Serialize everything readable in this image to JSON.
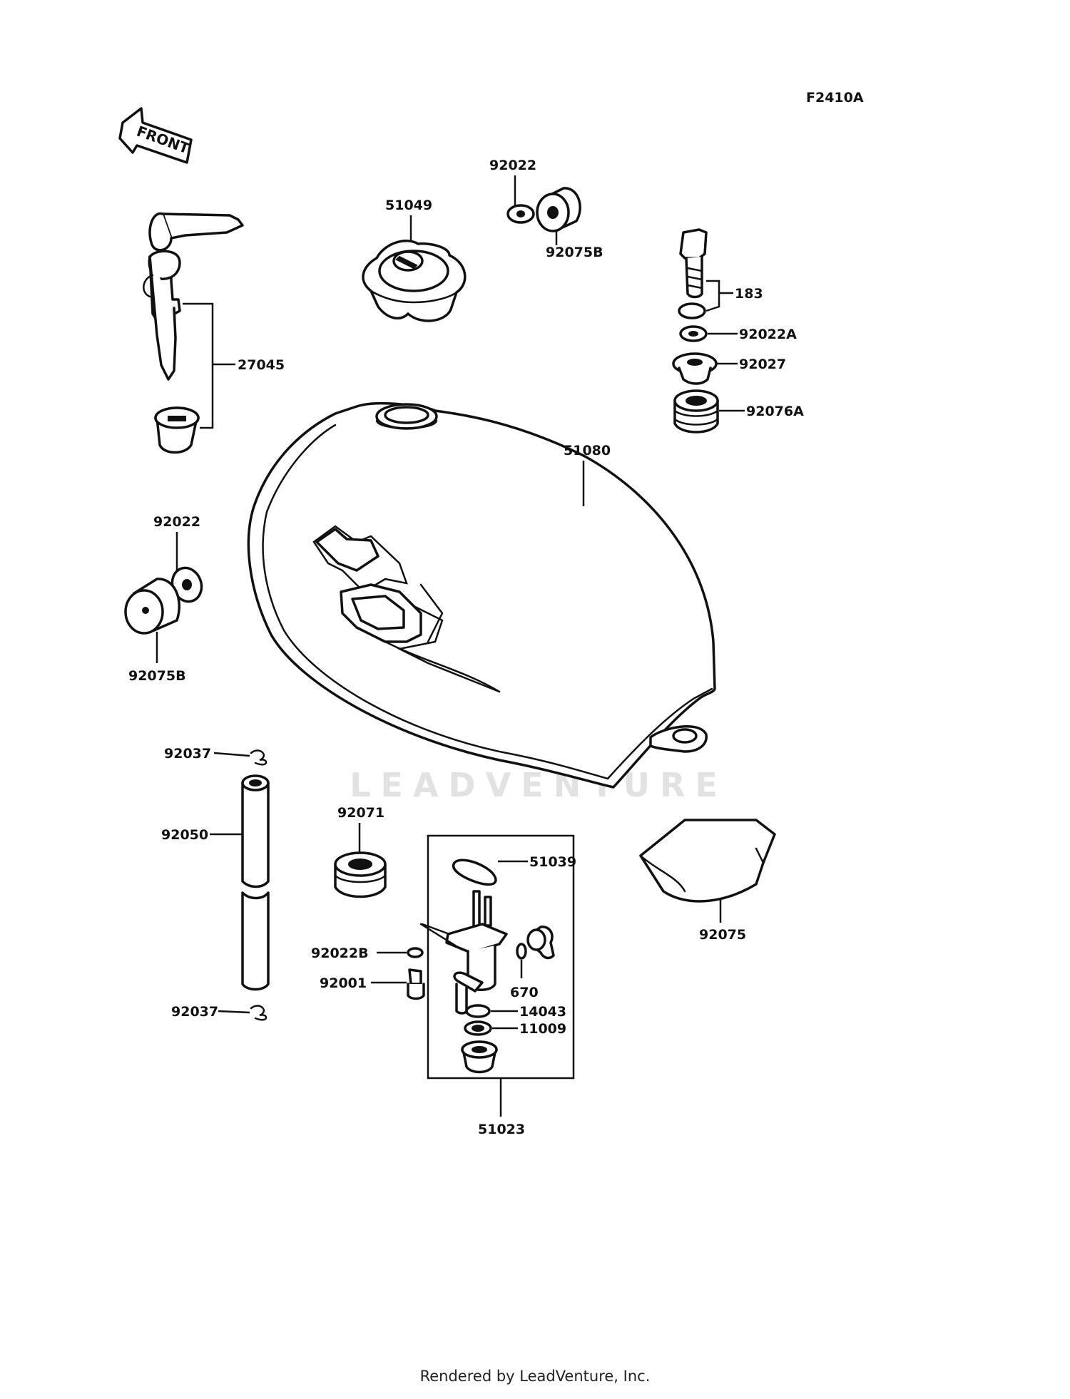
{
  "diagram_code": "F2410A",
  "direction_label": "FRONT",
  "watermark": "LEADVENTURE",
  "footer": "Rendered by LeadVenture, Inc.",
  "parts": {
    "p51049": "51049",
    "p92022_top": "92022",
    "p92075B_top": "92075B",
    "p183": "183",
    "p92022A": "92022A",
    "p92027": "92027",
    "p92076A": "92076A",
    "p27045": "27045",
    "p51080": "51080",
    "p92022_left": "92022",
    "p92075B_left": "92075B",
    "p92037_top": "92037",
    "p92050": "92050",
    "p92037_bottom": "92037",
    "p92071": "92071",
    "p51039": "51039",
    "p92022B": "92022B",
    "p92001": "92001",
    "p670": "670",
    "p14043": "14043",
    "p11009": "11009",
    "p51023": "51023",
    "p92075": "92075"
  }
}
